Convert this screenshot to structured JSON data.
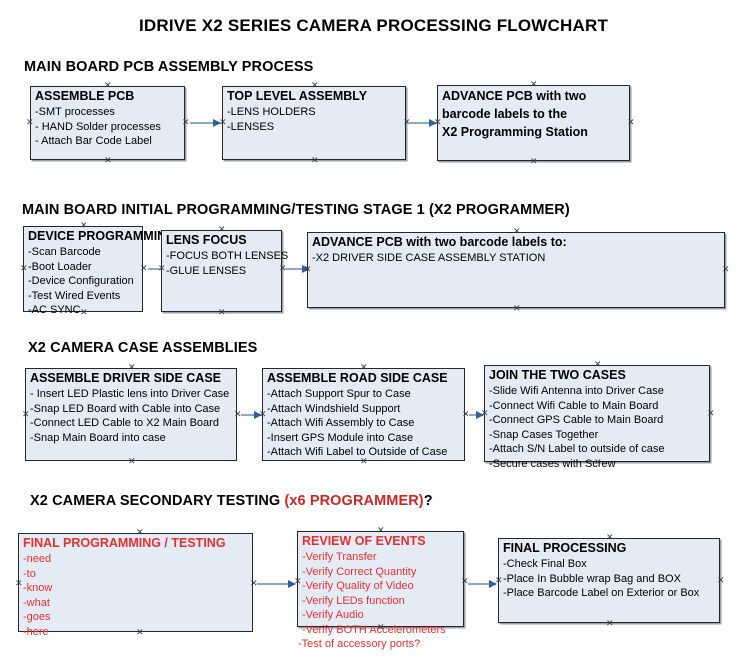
{
  "document": {
    "title": "IDRIVE X2  SERIES CAMERA PROCESSING FLOWCHART",
    "accent_red": "#e03131",
    "heading_red": "#c62828",
    "box_fill": "#e4ebf5",
    "box_border": "#24282c",
    "arrow_color": "#8faac6",
    "arrowhead_color": "#2f5f9e"
  },
  "sections": [
    {
      "heading": "MAIN BOARD PCB ASSEMBLY PROCESS",
      "heading_red_part": "",
      "heading_suffix": "",
      "boxes": [
        {
          "title": "ASSEMBLE PCB",
          "lines": [
            " -SMT processes",
            "- HAND Solder processes",
            "- Attach Bar Code Label"
          ]
        },
        {
          "title": "TOP LEVEL ASSEMBLY",
          "lines": [
            "-LENS HOLDERS",
            "-LENSES"
          ]
        },
        {
          "title": "ADVANCE PCB with two",
          "title2": "barcode labels to the",
          "title3": " X2 Programming Station",
          "lines": []
        }
      ]
    },
    {
      "heading": "MAIN BOARD INITIAL PROGRAMMING/TESTING STAGE 1 (X2 PROGRAMMER)",
      "boxes": [
        {
          "title": "DEVICE PROGRAMMING",
          "lines": [
            "-Scan Barcode",
            "-Boot Loader",
            "-Device Configuration",
            "-Test Wired Events",
            "-AC SYNC"
          ]
        },
        {
          "title": "LENS FOCUS",
          "lines": [
            "-FOCUS BOTH LENSES",
            "-GLUE LENSES"
          ]
        },
        {
          "title": "ADVANCE PCB with two barcode labels to:",
          "lines": [
            "-X2 DRIVER  SIDE  CASE  ASSEMBLY STATION"
          ]
        }
      ]
    },
    {
      "heading": "X2 CAMERA CASE ASSEMBLIES",
      "boxes": [
        {
          "title": "ASSEMBLE DRIVER SIDE CASE",
          "lines": [
            "- Insert LED Plastic lens into Driver Case",
            "-Snap LED Board with Cable into Case",
            "-Connect LED Cable to X2 Main Board",
            "-Snap Main Board into case"
          ]
        },
        {
          "title": "ASSEMBLE ROAD SIDE CASE",
          "lines": [
            "-Attach Support Spur to Case",
            "-Attach Windshield Support",
            "-Attach Wifi Assembly to Case",
            "-Insert GPS Module into Case",
            "-Attach Wifi Label to Outside of Case"
          ]
        },
        {
          "title": "JOIN THE TWO CASES",
          "lines": [
            "-Slide Wifi Antenna into Driver Case",
            "-Connect Wifi Cable to Main Board",
            "-Connect GPS Cable to Main Board",
            "-Snap Cases Together",
            "-Attach S/N Label to outside of case",
            "-Secure cases with Screw"
          ]
        }
      ]
    },
    {
      "heading": "X2 CAMERA SECONDARY TESTING",
      "heading_red_part": "(x6 PROGRAMMER)",
      "heading_suffix": "?",
      "boxes": [
        {
          "title": "FINAL PROGRAMMING / TESTING",
          "lines": [
            "-need",
            "-to",
            "-know",
            "-what",
            "-goes",
            "-here"
          ]
        },
        {
          "title": "REVIEW OF EVENTS",
          "lines": [
            "-Verify Transfer",
            "-Verify Correct Quantity",
            "-Verify Quality of Video",
            "-Verify LEDs function",
            "-Verify Audio",
            "-Verify BOTH Accelerometers",
            "-Test of accessory ports?"
          ]
        },
        {
          "title": "FINAL PROCESSING",
          "lines": [
            " -Check Final Box",
            "-Place In Bubble wrap Bag and BOX",
            "-Place Barcode Label on Exterior or Box"
          ]
        }
      ]
    }
  ]
}
